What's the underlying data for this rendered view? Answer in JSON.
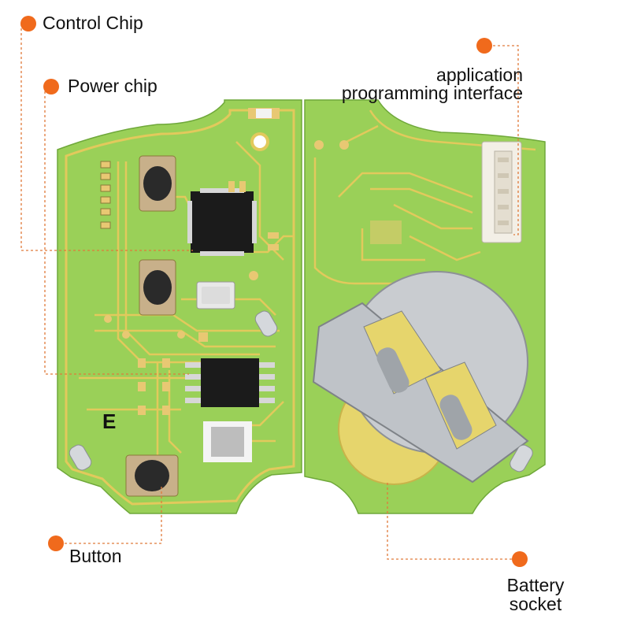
{
  "colors": {
    "marker": "#f06a1c",
    "leader": "#e07a3a",
    "pcb": "#9ad058",
    "pcb_dark": "#7fbf3a",
    "trace": "#e2c95c",
    "pad": "#e8c873",
    "chip": "#1b1b1b",
    "metal": "#b9bcc0",
    "background": "#ffffff"
  },
  "labels": {
    "control_chip": "Control Chip",
    "power_chip": "Power chip",
    "api_line1": "application",
    "api_line2": "programming interface",
    "button": "Button",
    "battery_line1": "Battery",
    "battery_line2": "socket"
  },
  "silkscreen": {
    "board_letter": "E"
  }
}
